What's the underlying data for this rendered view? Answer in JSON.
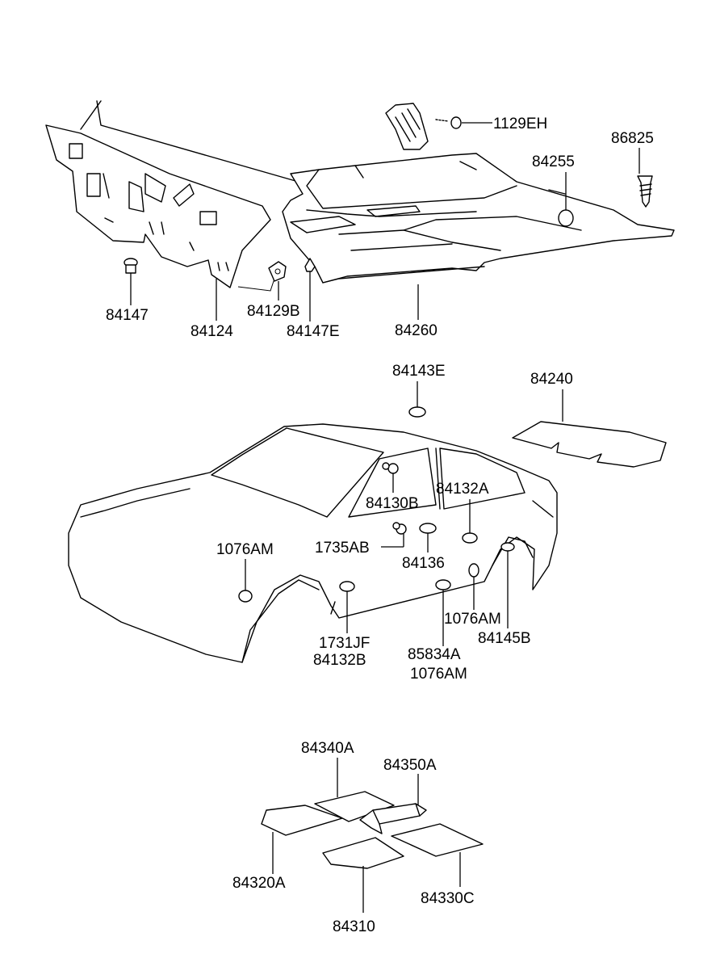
{
  "labels": {
    "p1129EH": "1129EH",
    "p86825": "86825",
    "p84255": "84255",
    "p84147": "84147",
    "p84124": "84124",
    "p84129B": "84129B",
    "p84147E": "84147E",
    "p84260": "84260",
    "p84143E": "84143E",
    "p84240": "84240",
    "p84130B": "84130B",
    "p84132A": "84132A",
    "p1076AM_a": "1076AM",
    "p1735AB": "1735AB",
    "p84136": "84136",
    "p1076AM_b": "1076AM",
    "p84145B": "84145B",
    "p1731JF": "1731JF",
    "p84132B": "84132B",
    "p85834A": "85834A",
    "p1076AM_c": "1076AM",
    "p84340A": "84340A",
    "p84350A": "84350A",
    "p84320A": "84320A",
    "p84330C": "84330C",
    "p84310": "84310"
  }
}
